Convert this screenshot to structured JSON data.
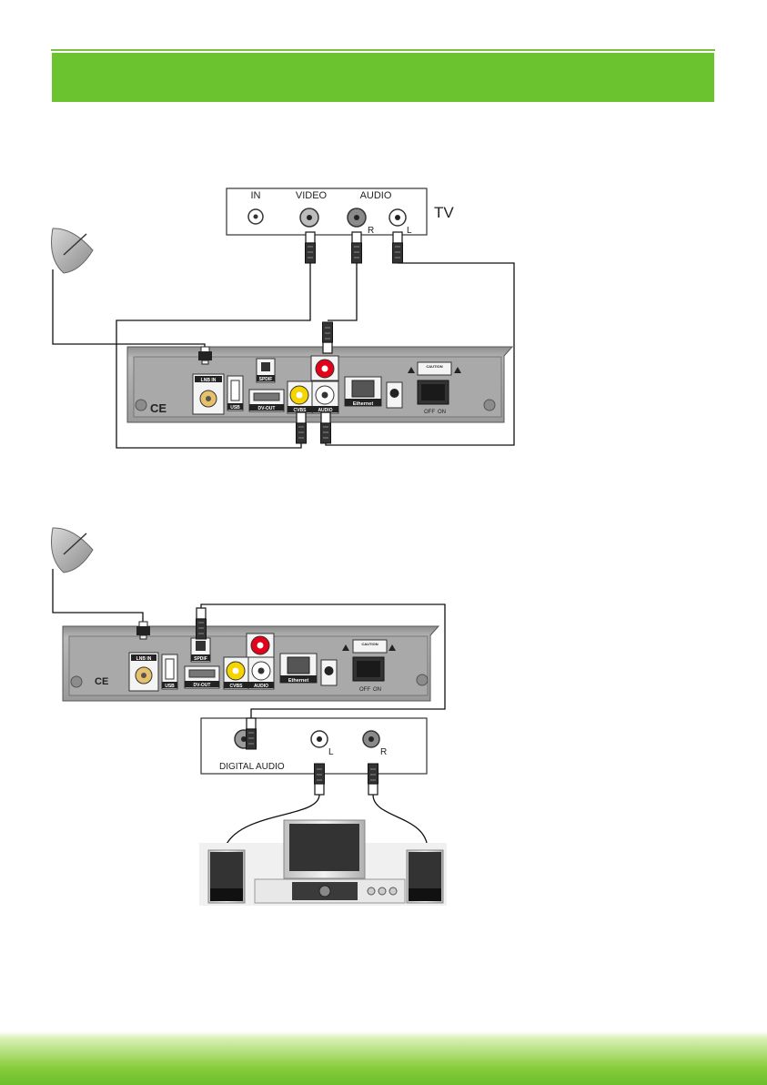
{
  "header": {
    "title": ""
  },
  "diagram1": {
    "tv_label": "TV",
    "tv_inputs": {
      "in": "IN",
      "video": "VIDEO",
      "audio": "AUDIO",
      "r": "R",
      "l": "L"
    }
  },
  "diagram2": {
    "amp_inputs": {
      "digital_audio": "DIGITAL AUDIO",
      "l": "L",
      "r": "R"
    }
  },
  "receiver": {
    "lnb_in": "LNB IN",
    "usb": "USB",
    "spdif": "SPDIF",
    "dv_out": "DV-OUT",
    "cvbs": "CVBS",
    "audio": "AUDIO",
    "ethernet": "Ethernet",
    "off": "OFF",
    "on": "ON",
    "ce": "CE",
    "caution": "CAUTION"
  },
  "colors": {
    "header_green": "#6cc330",
    "rca_red": "#e3001b",
    "rca_yellow": "#f5d400"
  },
  "icons": [
    "satellite-dish-icon",
    "speaker-icon",
    "subwoofer-icon",
    "amplifier-icon",
    "warning-icon"
  ]
}
